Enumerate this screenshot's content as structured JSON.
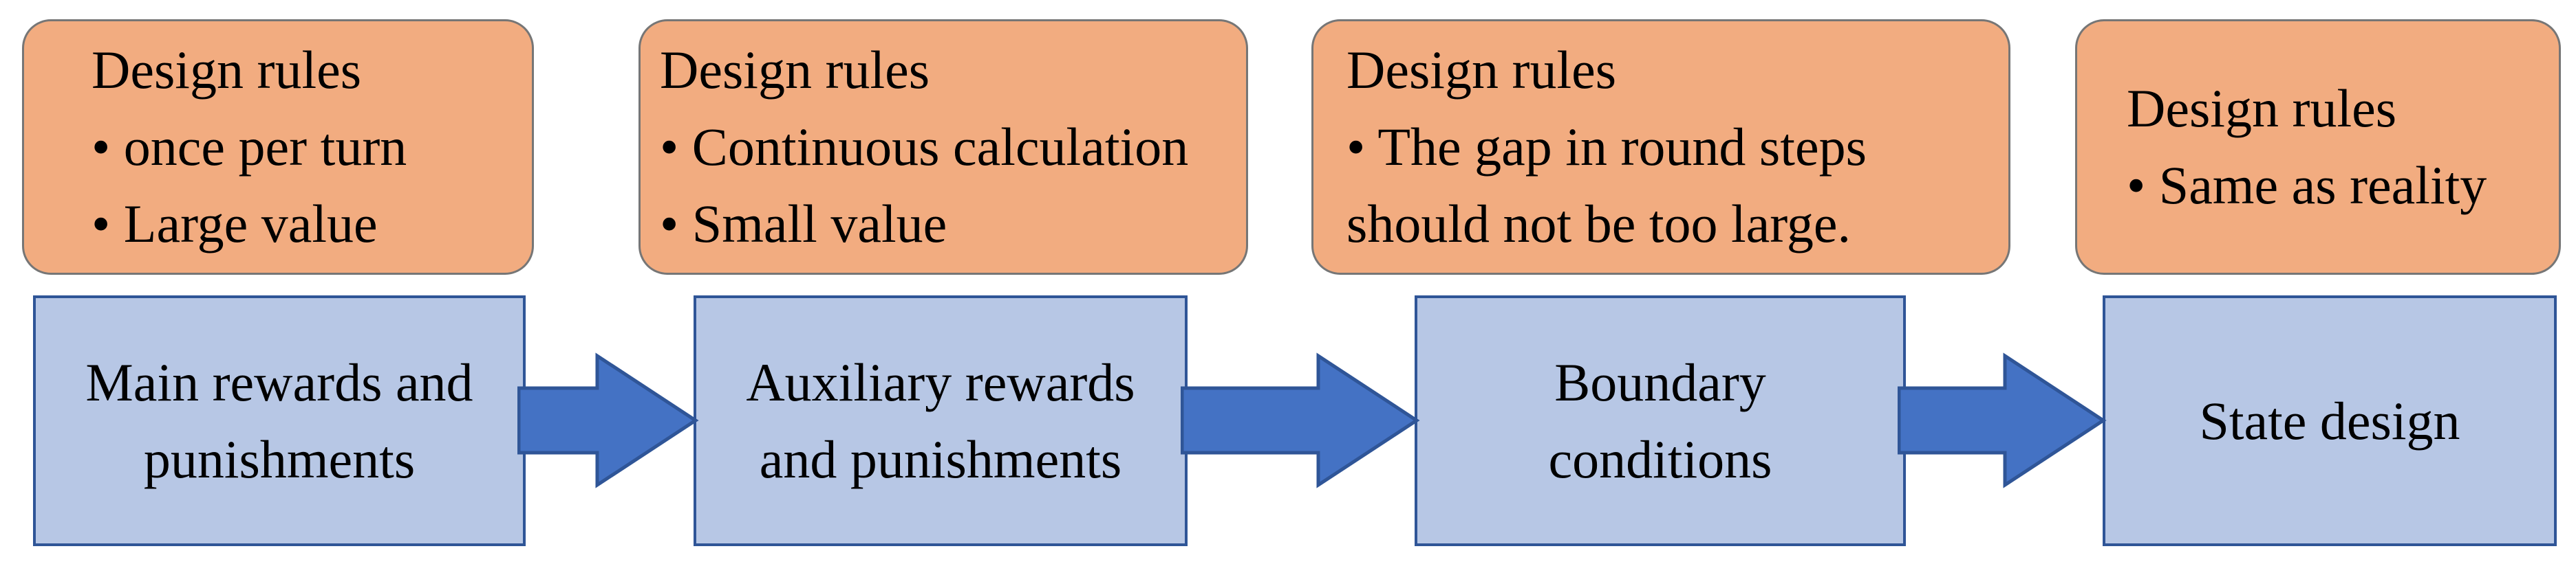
{
  "diagram": {
    "background": "#FFFFFF",
    "rule_boxes": [
      {
        "lines": [
          "Design rules",
          "• once per turn",
          "• Large value"
        ]
      },
      {
        "lines": [
          "Design rules",
          "• Continuous calculation",
          "• Small value"
        ]
      },
      {
        "lines": [
          "Design rules",
          "• The gap in round steps",
          "should not be too large."
        ]
      },
      {
        "lines": [
          "Design rules",
          "• Same as reality"
        ]
      }
    ],
    "flow_boxes": [
      {
        "lines": [
          "Main rewards and",
          "punishments"
        ]
      },
      {
        "lines": [
          "Auxiliary rewards",
          "and punishments"
        ]
      },
      {
        "lines": [
          "Boundary",
          "conditions"
        ]
      },
      {
        "lines": [
          "State design"
        ]
      }
    ],
    "arrows": [
      "flow-arrow-1",
      "flow-arrow-2",
      "flow-arrow-3"
    ],
    "colors": {
      "rule_box_fill": "#F2AC80",
      "rule_box_border": "#767676",
      "flow_box_fill": "#B7C7E5",
      "flow_box_border": "#2F5597",
      "arrow_fill": "#4472C4",
      "arrow_border": "#2F5597",
      "text": "#000000"
    }
  }
}
